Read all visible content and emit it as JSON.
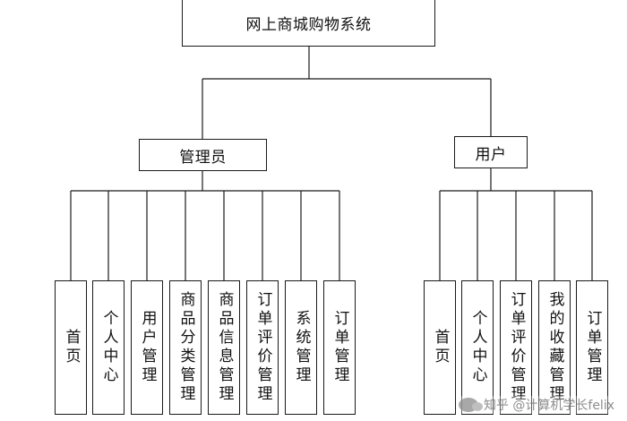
{
  "root": {
    "label": "网上商城购物系统"
  },
  "branches": [
    {
      "key": "admin",
      "label": "管理员",
      "children": [
        "首页",
        "个人中心",
        "用户管理",
        "商品分类管理",
        "商品信息管理",
        "订单评价管理",
        "系统管理",
        "订单管理"
      ]
    },
    {
      "key": "user",
      "label": "用户",
      "children": [
        "首页",
        "个人中心",
        "订单评价管理",
        "我的收藏管理",
        "订单管理"
      ]
    }
  ],
  "watermark": {
    "text": "知乎 @计算机学长felix"
  },
  "colors": {
    "line": "#1a1a1a",
    "box_border": "#1a1a1a",
    "background": "#ffffff"
  }
}
